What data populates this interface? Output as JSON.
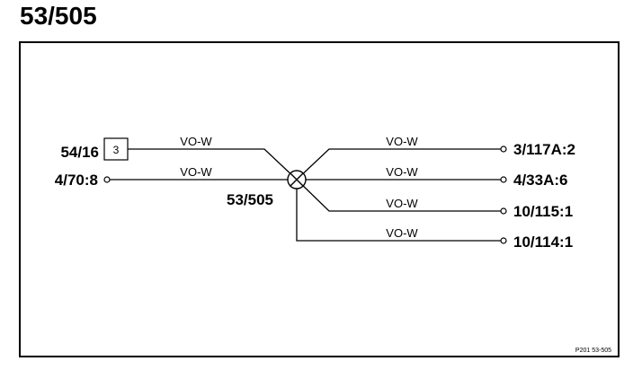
{
  "title": "53/505",
  "splice": {
    "label": "53/505"
  },
  "left": [
    {
      "label": "54/16",
      "box": "3",
      "wire": "VO-W"
    },
    {
      "label": "4/70:8",
      "wire": "VO-W"
    }
  ],
  "right": [
    {
      "label": "3/117A:2",
      "wire": "VO-W"
    },
    {
      "label": "4/33A:6",
      "wire": "VO-W"
    },
    {
      "label": "10/115:1",
      "wire": "VO-W"
    },
    {
      "label": "10/114:1",
      "wire": "VO-W"
    }
  ],
  "ref": "P201 53-505"
}
